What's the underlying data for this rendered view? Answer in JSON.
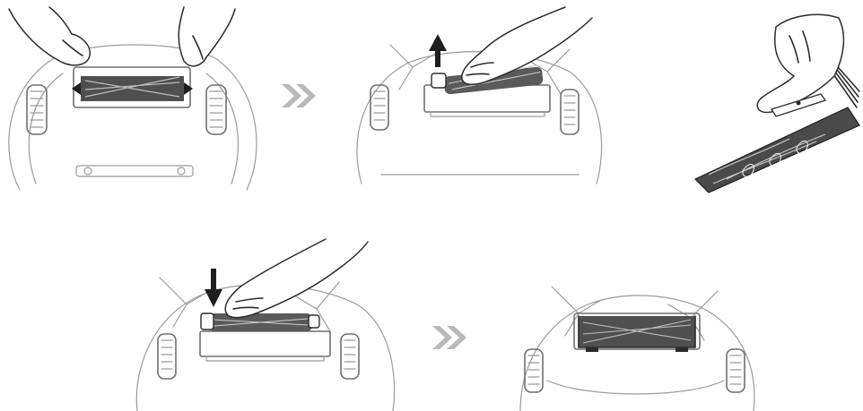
{
  "colors": {
    "line": "#6f6f6f",
    "light_line": "#9a9a9a",
    "ink": "#2b2b2b",
    "arrow": "#1e1e1e",
    "chevron": "#b9b9b9",
    "brush_fill": "#5a5a5a"
  },
  "icons": {
    "step_chevron": "double-chevron-right",
    "lift_arrow": "arrow-up",
    "insert_arrow": "arrow-down"
  }
}
